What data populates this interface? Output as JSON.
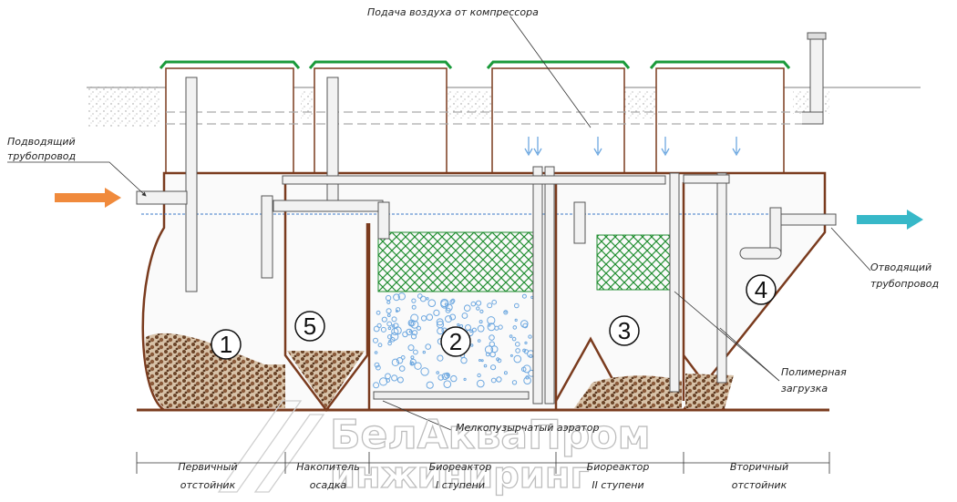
{
  "labels": {
    "air_supply": "Подача воздуха от компрессора",
    "inlet_line1": "Подводящий",
    "inlet_line2": "трубопровод",
    "outlet_line1": "Отводящий",
    "outlet_line2": "трубопровод",
    "polymer_line1": "Полимерная",
    "polymer_line2": "загрузка",
    "aerator": "Мелкопузырчатый аэратор"
  },
  "chambers": [
    {
      "number": "1",
      "caption_line1": "Первичный",
      "caption_line2": "отстойник"
    },
    {
      "number": "5",
      "caption_line1": "Накопитель",
      "caption_line2": "осадка"
    },
    {
      "number": "2",
      "caption_line1": "Биореактор",
      "caption_line2": "I ступени"
    },
    {
      "number": "3",
      "caption_line1": "Биореактор",
      "caption_line2": "II ступени"
    },
    {
      "number": "4",
      "caption_line1": "Вторичный",
      "caption_line2": "отстойник"
    }
  ],
  "watermark": {
    "line1": "БелАкваПром",
    "line2": "инжиниринг"
  },
  "colors": {
    "tank_wall": "#7a3b1e",
    "hatch": "#1a9a3a",
    "water": "#3a78c8",
    "bubbles": "#6ea8e0",
    "sludge": "#8a5a3a",
    "inlet_arrow": "#f08a3c",
    "outlet_arrow": "#37b8c8",
    "media": "#1e8c2e"
  },
  "icons": [
    "inlet-arrow-icon",
    "outlet-arrow-icon",
    "air-arrow-icon"
  ]
}
